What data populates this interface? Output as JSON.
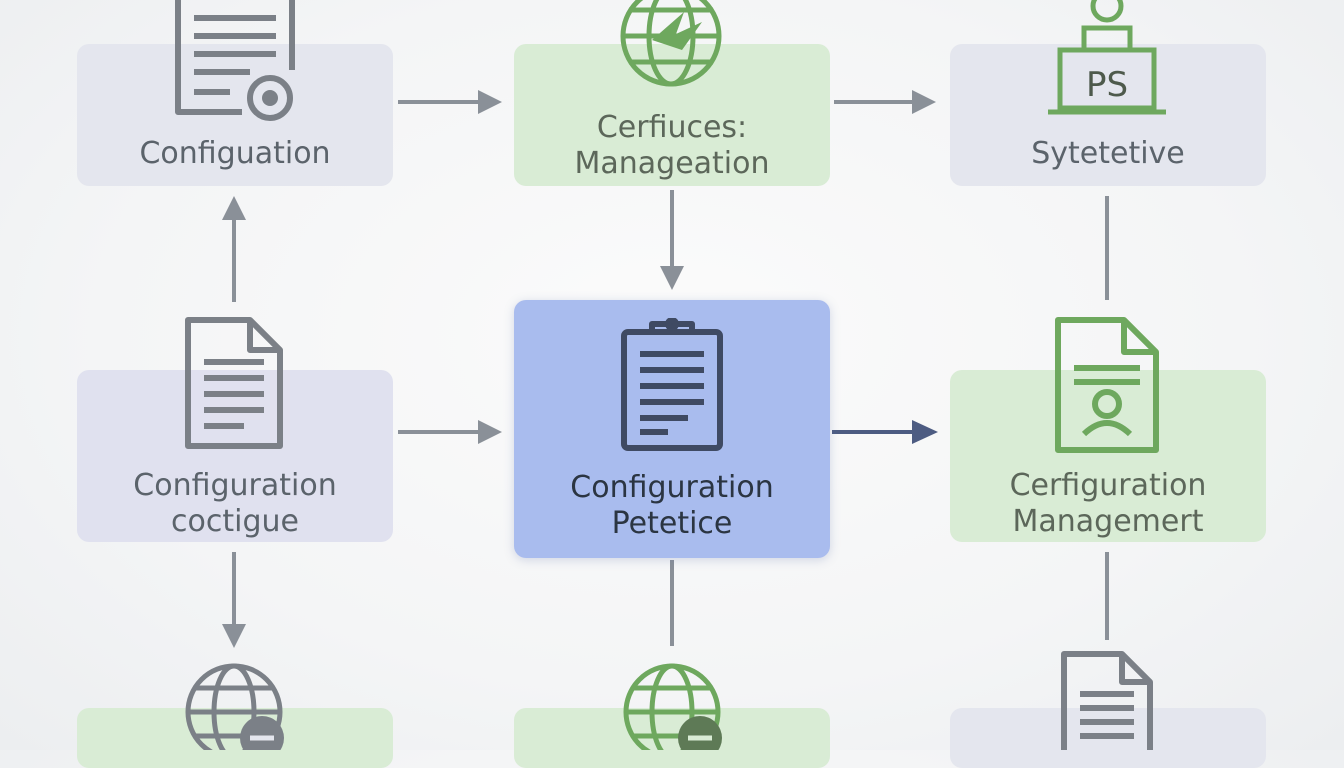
{
  "nodes": {
    "top_left": {
      "lines": [
        "Configuation"
      ]
    },
    "top_center": {
      "lines": [
        "Cerfiuces:",
        "Manageation"
      ]
    },
    "top_right": {
      "lines": [
        "Sytetetive"
      ]
    },
    "mid_left": {
      "lines": [
        "Configuration",
        "coctigue"
      ]
    },
    "mid_center": {
      "lines": [
        "Configuration",
        "Petetice"
      ]
    },
    "mid_right": {
      "lines": [
        "Cerfiguration",
        "Managemert"
      ]
    }
  },
  "icons": {
    "top_left": "document-clock-icon",
    "top_center": "globe-icon",
    "top_right": "user-badge-icon",
    "top_right_text": "PS",
    "mid_left": "document-icon",
    "mid_center": "clipboard-icon",
    "mid_right": "document-user-icon",
    "bottom_left": "globe-lock-icon",
    "bottom_center": "globe-lock-icon",
    "bottom_right": "document-icon"
  },
  "colors": {
    "gray_card": "#e4e6ee",
    "green_card": "#d9ecd5",
    "blue_card": "#a9bcee",
    "green_icon": "#6ea85e",
    "gray_icon": "#7b8087",
    "navy_icon": "#3f4a63",
    "arrow_gray": "#8a9098",
    "arrow_navy": "#4d5c82"
  }
}
